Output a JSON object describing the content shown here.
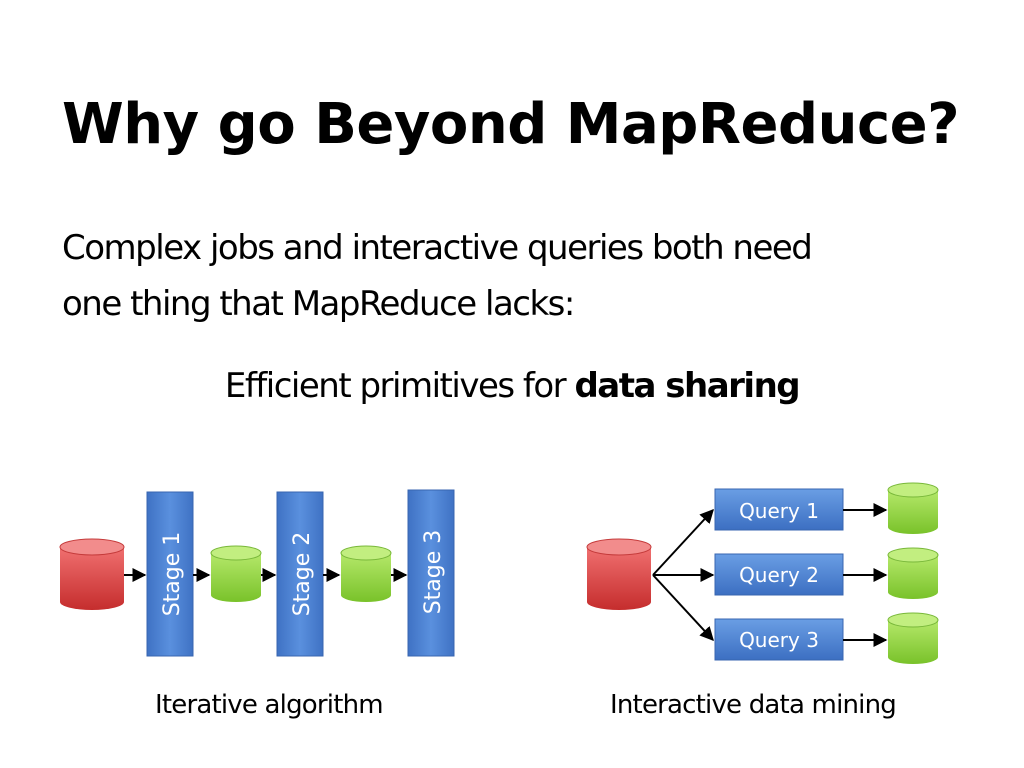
{
  "slide": {
    "title": "Why go Beyond MapReduce?",
    "body_line_1": "Complex jobs and interactive queries both need",
    "body_line_2": "one thing that MapReduce lacks:",
    "key_prefix": "Efficient primitives for ",
    "key_bold": "data sharing"
  },
  "left_diagram": {
    "stages": [
      "Stage 1",
      "Stage 2",
      "Stage 3"
    ],
    "caption": "Iterative algorithm"
  },
  "right_diagram": {
    "queries": [
      "Query 1",
      "Query 2",
      "Query 3"
    ],
    "caption": "Interactive data mining"
  },
  "colors": {
    "stage_box": "#4a80d0",
    "red_store": "#d9403f",
    "green_store": "#8fd03e"
  }
}
